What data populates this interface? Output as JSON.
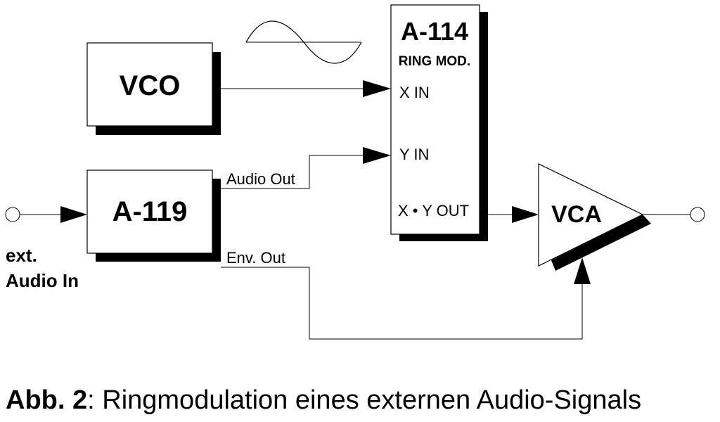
{
  "blocks": {
    "vco": "VCO",
    "a119": "A-119",
    "a114_title": "A-114",
    "a114_sub": "RING MOD.",
    "vca": "VCA"
  },
  "ports": {
    "x_in": "X  IN",
    "y_in": "Y  IN",
    "xy_out": "X • Y OUT",
    "audio_out": "Audio Out",
    "env_out": "Env. Out"
  },
  "input_label": {
    "line1": "ext.",
    "line2": "Audio In"
  },
  "caption": {
    "label": "Abb. 2",
    "separator": ":",
    "text": "Ringmodulation eines externen Audio-Signals"
  }
}
